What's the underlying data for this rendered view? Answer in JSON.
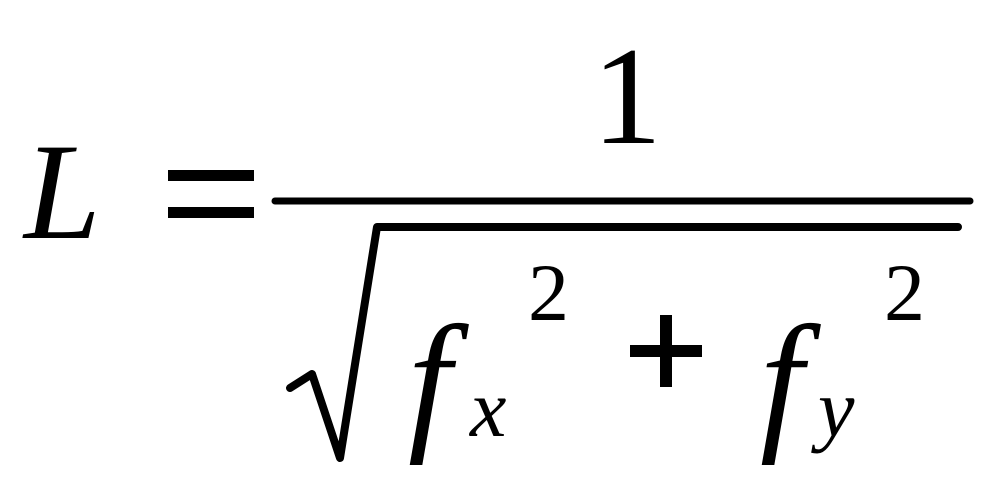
{
  "formula": {
    "lhs": "L",
    "equals": "=",
    "numerator": "1",
    "denominator": {
      "term1": {
        "base": "f",
        "subscript": "x",
        "exponent": "2"
      },
      "operator": "+",
      "term2": {
        "base": "f",
        "subscript": "y",
        "exponent": "2"
      }
    }
  }
}
